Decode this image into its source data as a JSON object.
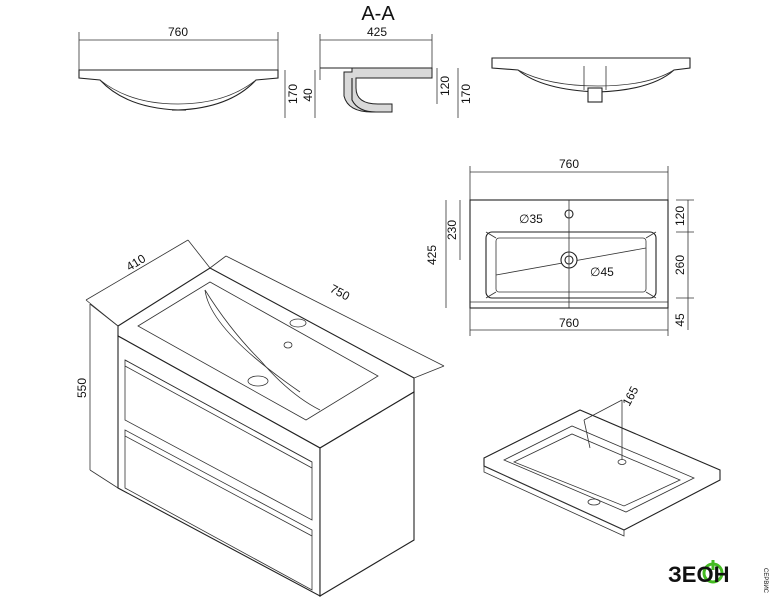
{
  "section_title": "A-A",
  "top_views": {
    "front": {
      "width": "760",
      "height": "170"
    },
    "section": {
      "width": "425",
      "rim": "40",
      "bowl_depth": "120",
      "height": "170"
    },
    "side": {}
  },
  "plan_view": {
    "width_top": "760",
    "width_bottom": "760",
    "depth": "425",
    "front_to_tap": "230",
    "tap_hole": "∅35",
    "drain": "∅45",
    "back_ledge": "120",
    "bowl_length": "260",
    "front_edge": "45"
  },
  "cabinet": {
    "depth": "410",
    "width": "750",
    "height": "550"
  },
  "iso_sink": {
    "dimension": "165"
  },
  "logo": {
    "brand": "ЗЕОН",
    "tagline": "СЕРВИС"
  }
}
